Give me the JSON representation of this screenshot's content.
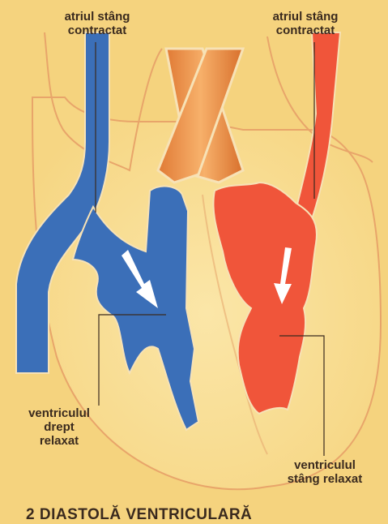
{
  "labels": {
    "right_atrium": "atriul stâng\ncontractat",
    "left_atrium": "atriul stâng\ncontractat",
    "right_ventricle": "ventriculul\ndrept\nrelaxat",
    "left_ventricle": "ventriculul\nstâng relaxat"
  },
  "caption": "2 DIASTOLĂ VENTRICULARĂ",
  "colors": {
    "background": "#f5d37e",
    "deoxygenated_blood": "#3b6fb8",
    "oxygenated_blood": "#f0553a",
    "arteries": "#e98a45",
    "heart_wall": "#f9dd8e",
    "arrow": "#ffffff"
  }
}
